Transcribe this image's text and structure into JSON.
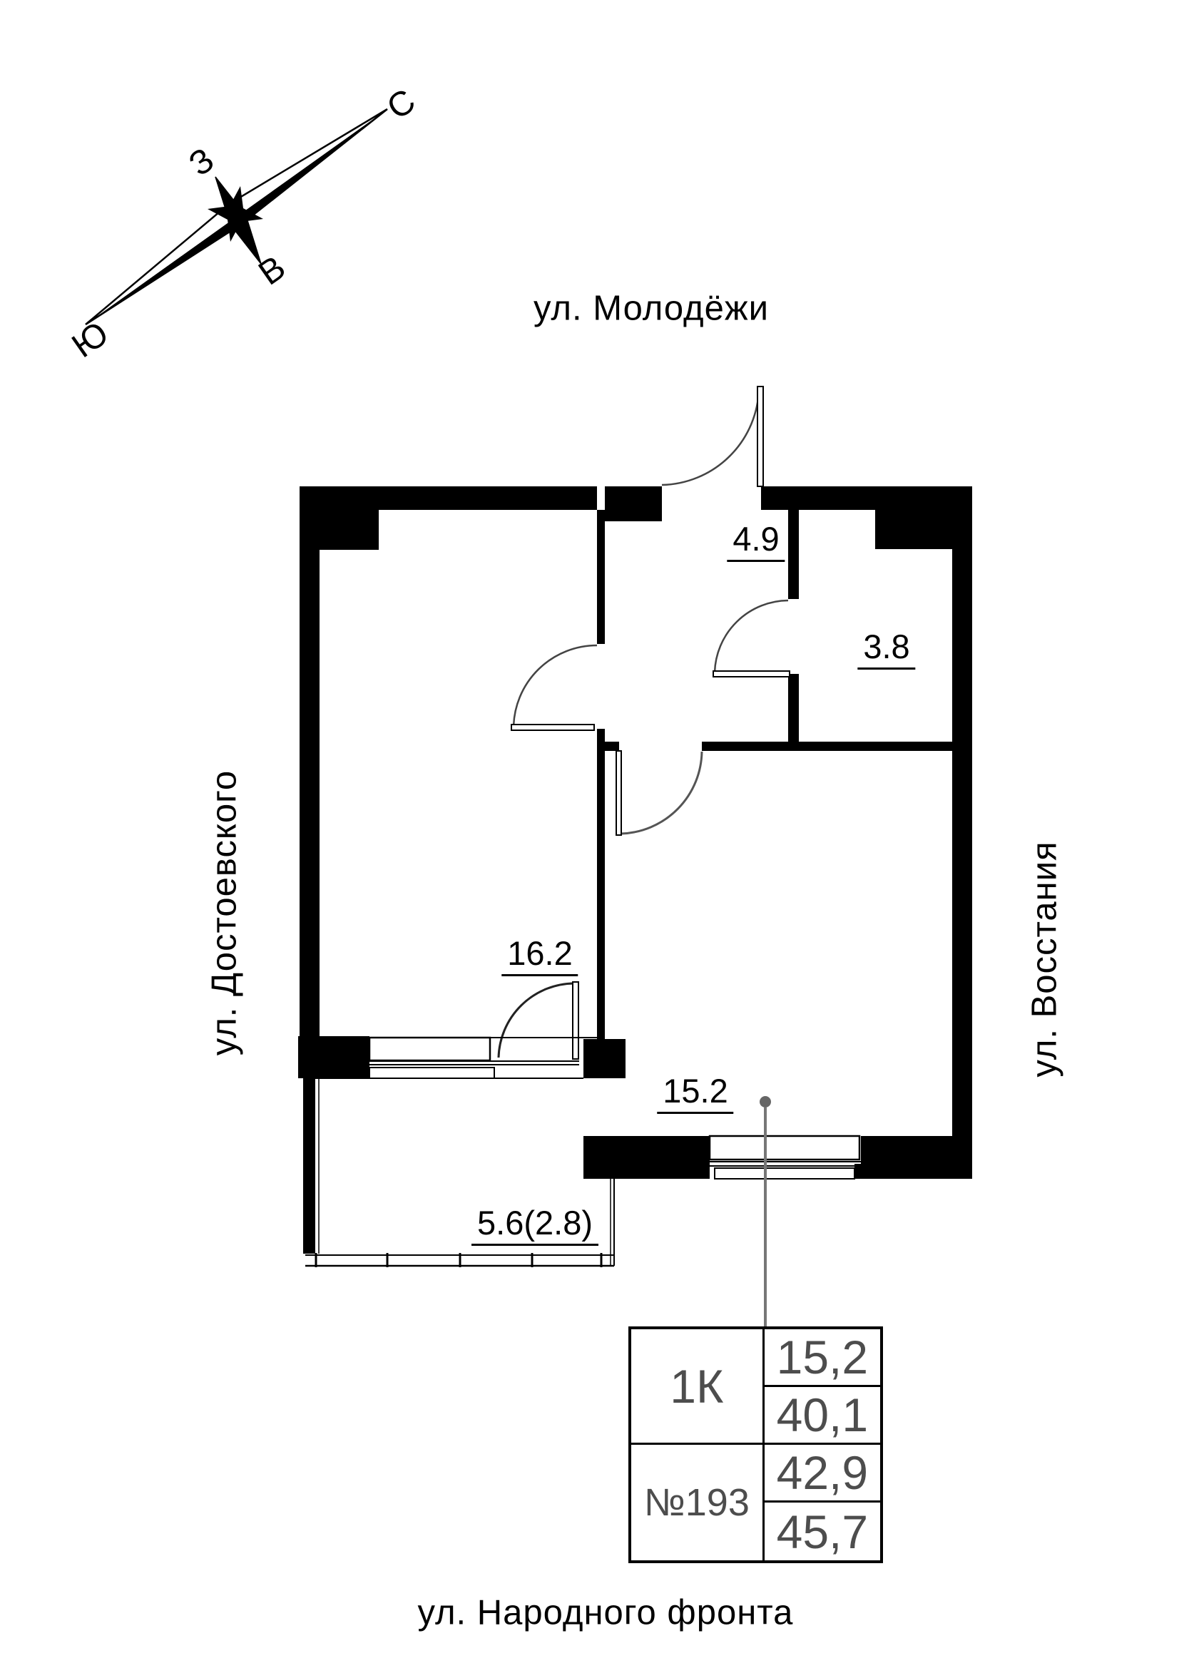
{
  "compass": {
    "north": "С",
    "west": "З",
    "east": "В",
    "south": "Ю"
  },
  "streets": {
    "top": "ул. Молодёжи",
    "left": "ул. Достоевского",
    "right": "ул. Восстания",
    "bottom": "ул. Народного фронта"
  },
  "rooms": {
    "hallway": "4.9",
    "bathroom": "3.8",
    "living": "16.2",
    "kitchen_living": "15.2",
    "balcony": "5.6(2.8)"
  },
  "info_table": {
    "apartment_type": "1К",
    "apartment_number": "№193",
    "areas": [
      "15,2",
      "40,1",
      "42,9",
      "45,7"
    ]
  },
  "colors": {
    "wall": "#000000",
    "table_text": "#4d4d4d",
    "leader_line": "#777777",
    "door_arc": "#444444"
  }
}
